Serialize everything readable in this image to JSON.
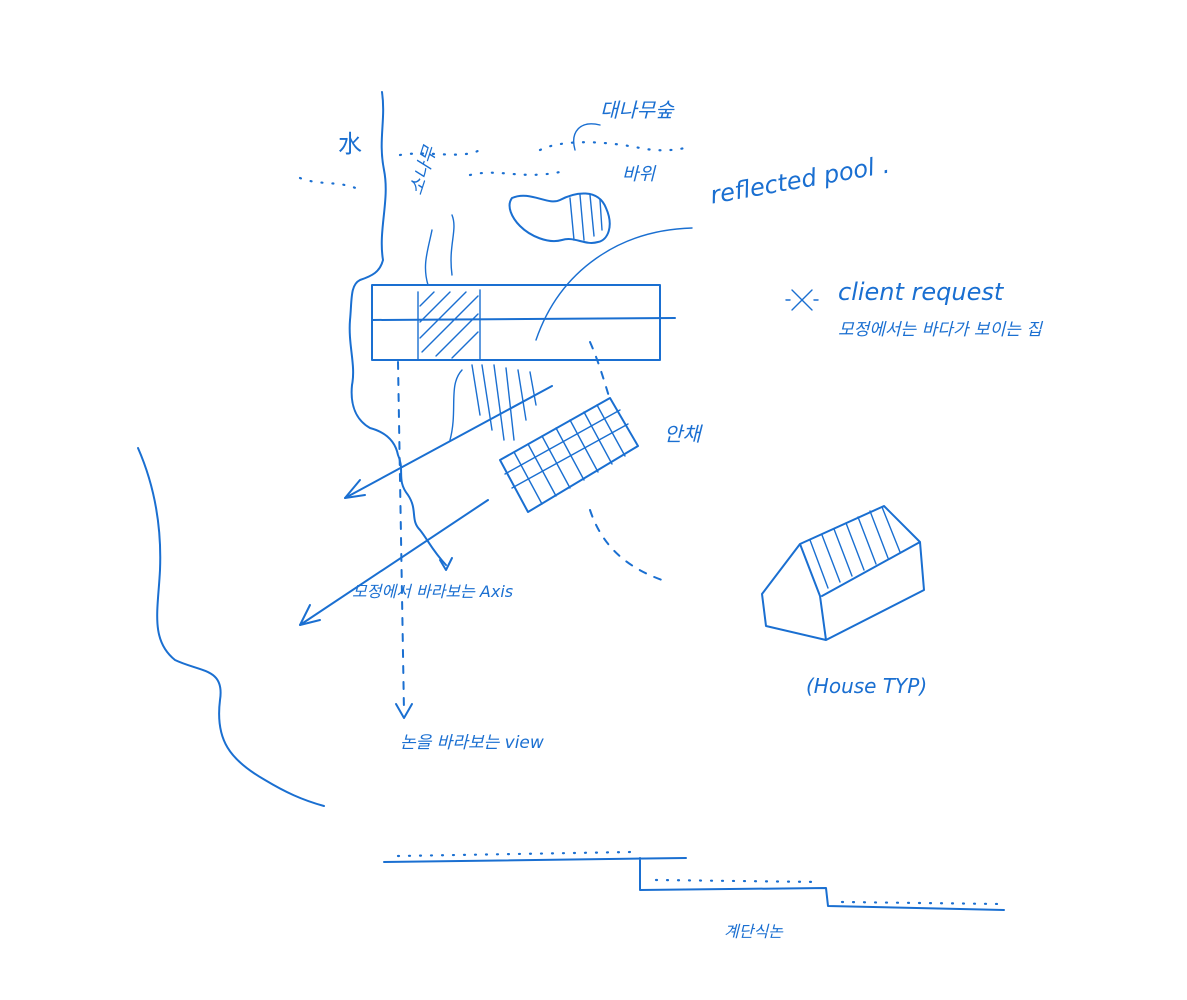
{
  "labels": {
    "water_symbol": "水",
    "bamboo_forest": "대나무숲",
    "pine": "소나무",
    "rock": "바위",
    "reflected_pool": "reflected pool .",
    "client_request_mark": "※",
    "client_request": "client request",
    "client_note": "모정에서는 바다가 보이는 집",
    "annex": "안채",
    "axis_label": "모정에서 바라보는 Axis",
    "view_label": "논을 바라보는 view",
    "house_typ": "(House TYP)",
    "terraced_field": "계단식논"
  },
  "colors": {
    "ink": "#1a6fd1",
    "paper": "#ffffff"
  }
}
